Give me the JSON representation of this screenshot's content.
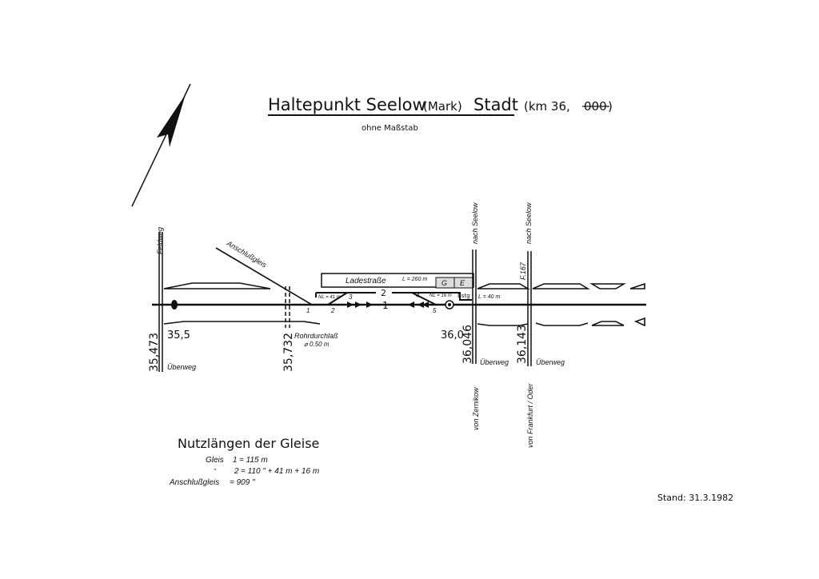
{
  "title": {
    "main": "Haltepunkt Seelow",
    "mark": "(Mark)",
    "stadt": "Stadt",
    "km_prefix": "(km 36,",
    "km_struck": "000",
    "km_suffix": ")",
    "subtitle": "ohne Maßstab"
  },
  "roads": {
    "feldweg": {
      "name": "Feldweg",
      "km": "35,473",
      "crossing": "Überweg",
      "km_short": "35,5"
    },
    "culvert": {
      "km": "35,732",
      "label": "Rohrdurchlaß",
      "diameter": "⌀ 0.50 m"
    },
    "zernikow": {
      "to": "nach Seelow",
      "from": "von Zernikow",
      "km": "36,046",
      "crossing": "Überweg",
      "km_short": "36,0"
    },
    "frankfurt": {
      "to": "nach Seelow",
      "from": "von Frankfurt / Oder",
      "km": "36,143",
      "crossing": "Überweg",
      "id": "F.167"
    }
  },
  "tracks": {
    "siding": "Anschlußgleis",
    "loading_road": "Ladestraße",
    "loading_road_length": "L = 260 m",
    "goods_box": "G",
    "e_box": "E",
    "track1": "1",
    "track2": "2",
    "nl_left": "NL = 41 m",
    "nl_right": "NL = 16 m",
    "platform": "Bstg",
    "platform_length": "L = 40 m",
    "switches": [
      "1",
      "2",
      "3",
      "4",
      "5"
    ]
  },
  "lengths": {
    "heading": "Nutzlängen der Gleise",
    "rows": [
      {
        "label": "Gleis",
        "track": "1",
        "value": "= 115 m"
      },
      {
        "label": "\"",
        "track": "2",
        "value": "= 110 \" + 41 m + 16 m"
      },
      {
        "label": "Anschlußgleis",
        "track": "",
        "value": "= 909 \""
      }
    ]
  },
  "stand": "Stand: 31.3.1982"
}
